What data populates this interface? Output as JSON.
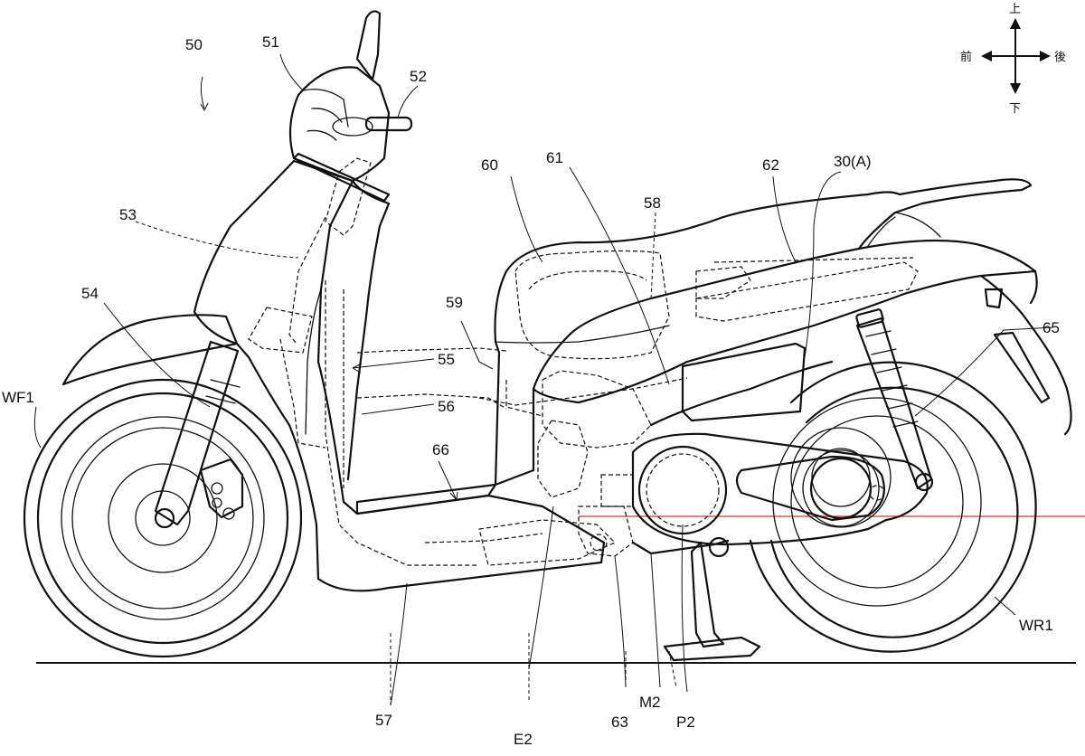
{
  "figure": {
    "reference_numerals": [
      "50",
      "51",
      "52",
      "53",
      "54",
      "55",
      "56",
      "57",
      "58",
      "59",
      "60",
      "61",
      "62",
      "30(A)",
      "63",
      "65",
      "66",
      "WF1",
      "WR1",
      "E2",
      "M2",
      "P2"
    ],
    "orientation": {
      "up": "上",
      "down": "下",
      "front": "前",
      "rear": "後"
    }
  },
  "colors": {
    "line": "#111111",
    "section_line": "#d9362c",
    "background": "#ffffff"
  },
  "icons": {
    "compass": "direction-arrows-icon"
  }
}
